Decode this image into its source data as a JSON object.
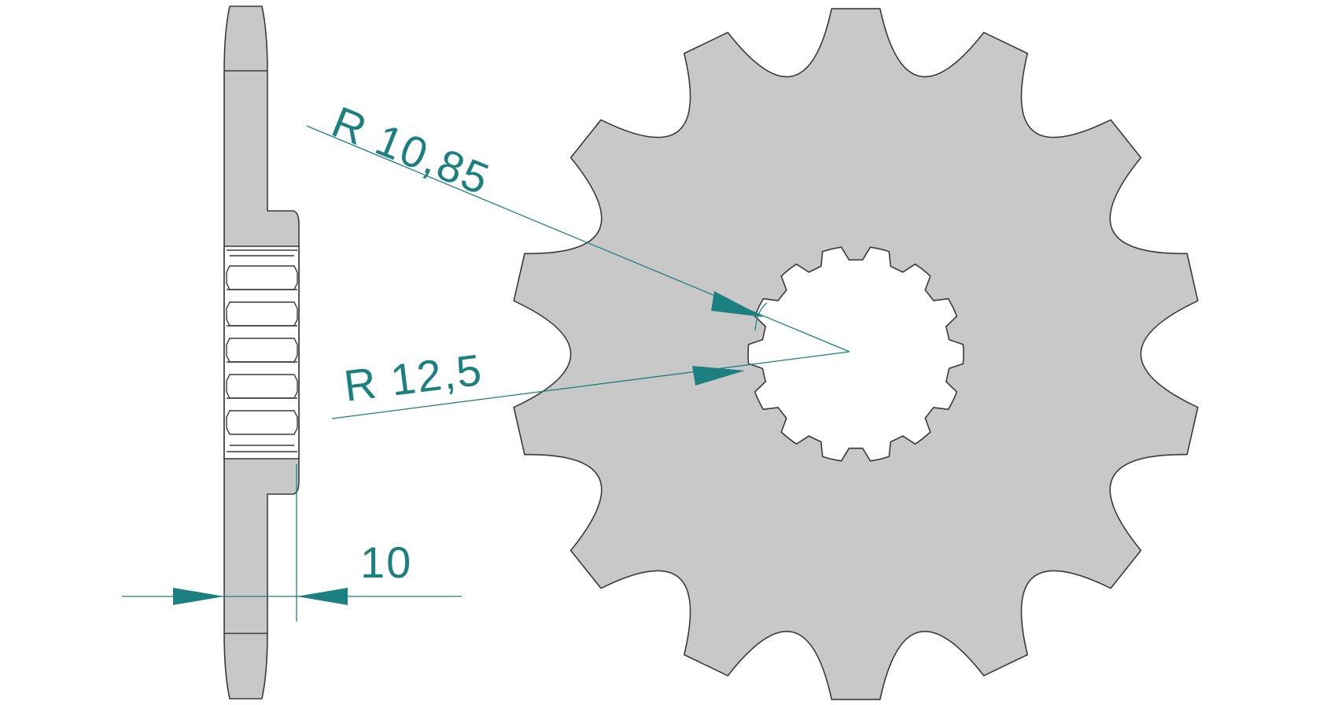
{
  "dimensions": {
    "outer_radius_label": "R 10,85",
    "inner_radius_label": "R 12,5",
    "thickness_label": "10"
  },
  "sprocket": {
    "teeth": 14,
    "spline_teeth": 14
  },
  "colors": {
    "part_fill": "#c8c8c8",
    "outline": "#3a3a3a",
    "dimension": "#1d8080",
    "background": "#ffffff"
  }
}
